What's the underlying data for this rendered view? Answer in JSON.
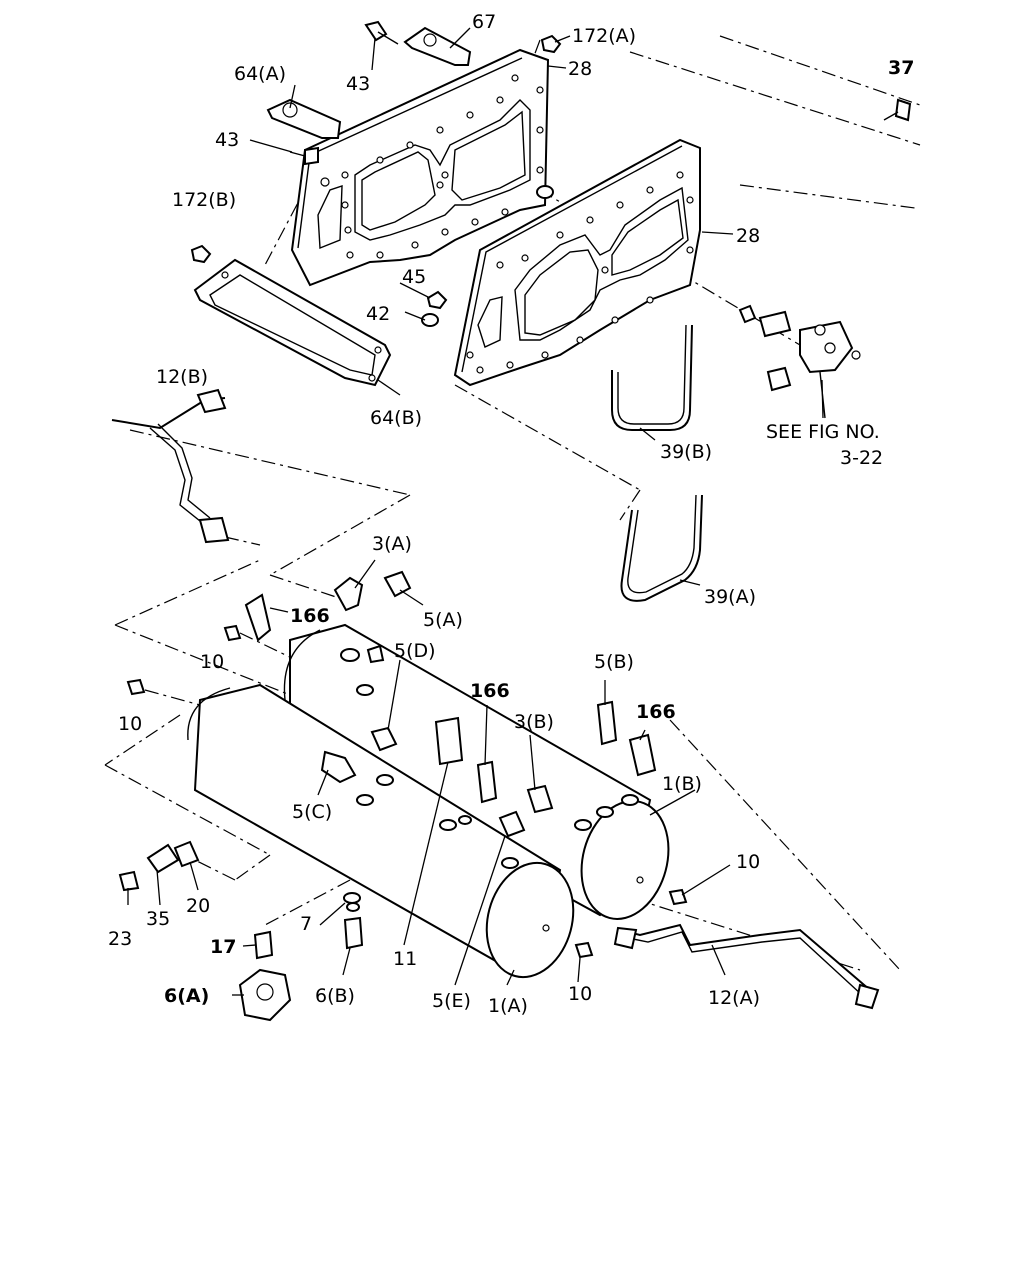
{
  "labels": {
    "l67": "67",
    "l172a": "172(A)",
    "l37": "37",
    "l64a": "64(A)",
    "l43a": "43",
    "l28a": "28",
    "l43b": "43",
    "l172b": "172(B)",
    "l28b": "28",
    "l45": "45",
    "l42": "42",
    "l64b": "64(B)",
    "l12b": "12(B)",
    "lseefig": "SEE FIG NO.",
    "lseefignum": "3-22",
    "l39b": "39(B)",
    "l3a": "3(A)",
    "l166a": "166",
    "l5a": "5(A)",
    "l39a": "39(A)",
    "l10a": "10",
    "l5d": "5(D)",
    "l5b": "5(B)",
    "l166b": "166",
    "l166c": "166",
    "l3b": "3(B)",
    "l10b": "10",
    "l1b": "1(B)",
    "l5c": "5(C)",
    "l10c": "10",
    "l23": "23",
    "l35": "35",
    "l20": "20",
    "l7": "7",
    "l17": "17",
    "l6a": "6(A)",
    "l6b": "6(B)",
    "l11": "11",
    "l5e": "5(E)",
    "l1a": "1(A)",
    "l10d": "10",
    "l12a": "12(A)"
  }
}
